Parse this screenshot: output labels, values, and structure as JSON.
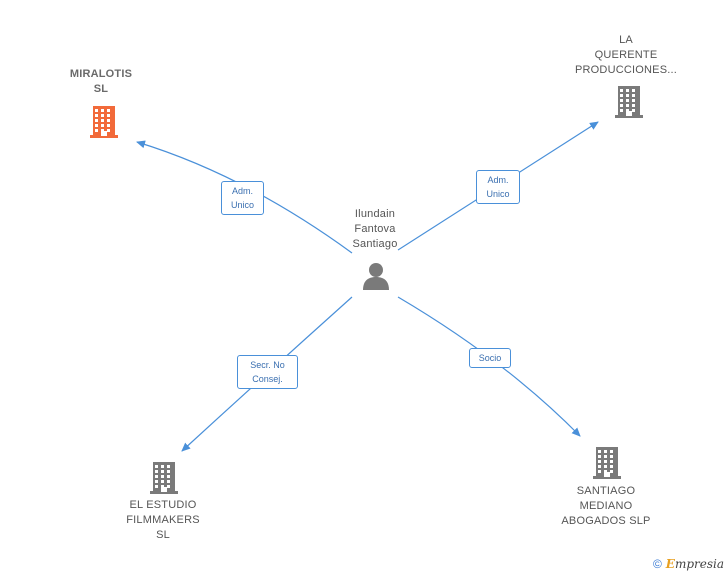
{
  "center": {
    "lines": [
      "Ilundain",
      "Fantova",
      "Santiago"
    ],
    "icon": "person-icon",
    "color": "#7a7a7a"
  },
  "companies": [
    {
      "id": "miralotis",
      "lines": [
        "MIRALOTIS",
        "SL"
      ],
      "highlight": true,
      "color": "#f26a3a",
      "icon": "building-icon"
    },
    {
      "id": "la-querente",
      "lines": [
        "LA",
        "QUERENTE",
        "PRODUCCIONES..."
      ],
      "highlight": false,
      "color": "#7a7a7a",
      "icon": "building-icon"
    },
    {
      "id": "el-estudio",
      "lines": [
        "EL ESTUDIO",
        "FILMMAKERS",
        "SL"
      ],
      "highlight": false,
      "color": "#7a7a7a",
      "icon": "building-icon"
    },
    {
      "id": "santiago-mediano",
      "lines": [
        "SANTIAGO",
        "MEDIANO",
        "ABOGADOS SLP"
      ],
      "highlight": false,
      "color": "#7a7a7a",
      "icon": "building-icon"
    }
  ],
  "edges": [
    {
      "target": "miralotis",
      "lines": [
        "Adm.",
        "Unico"
      ]
    },
    {
      "target": "la-querente",
      "lines": [
        "Adm.",
        "Unico"
      ]
    },
    {
      "target": "el-estudio",
      "lines": [
        "Secr.  No",
        "Consej."
      ]
    },
    {
      "target": "santiago-mediano",
      "lines": [
        "Socio"
      ]
    }
  ],
  "edge_color": "#4a90d9",
  "footer": {
    "copyright": "©",
    "brand_first": "E",
    "brand_rest": "mpresia"
  }
}
